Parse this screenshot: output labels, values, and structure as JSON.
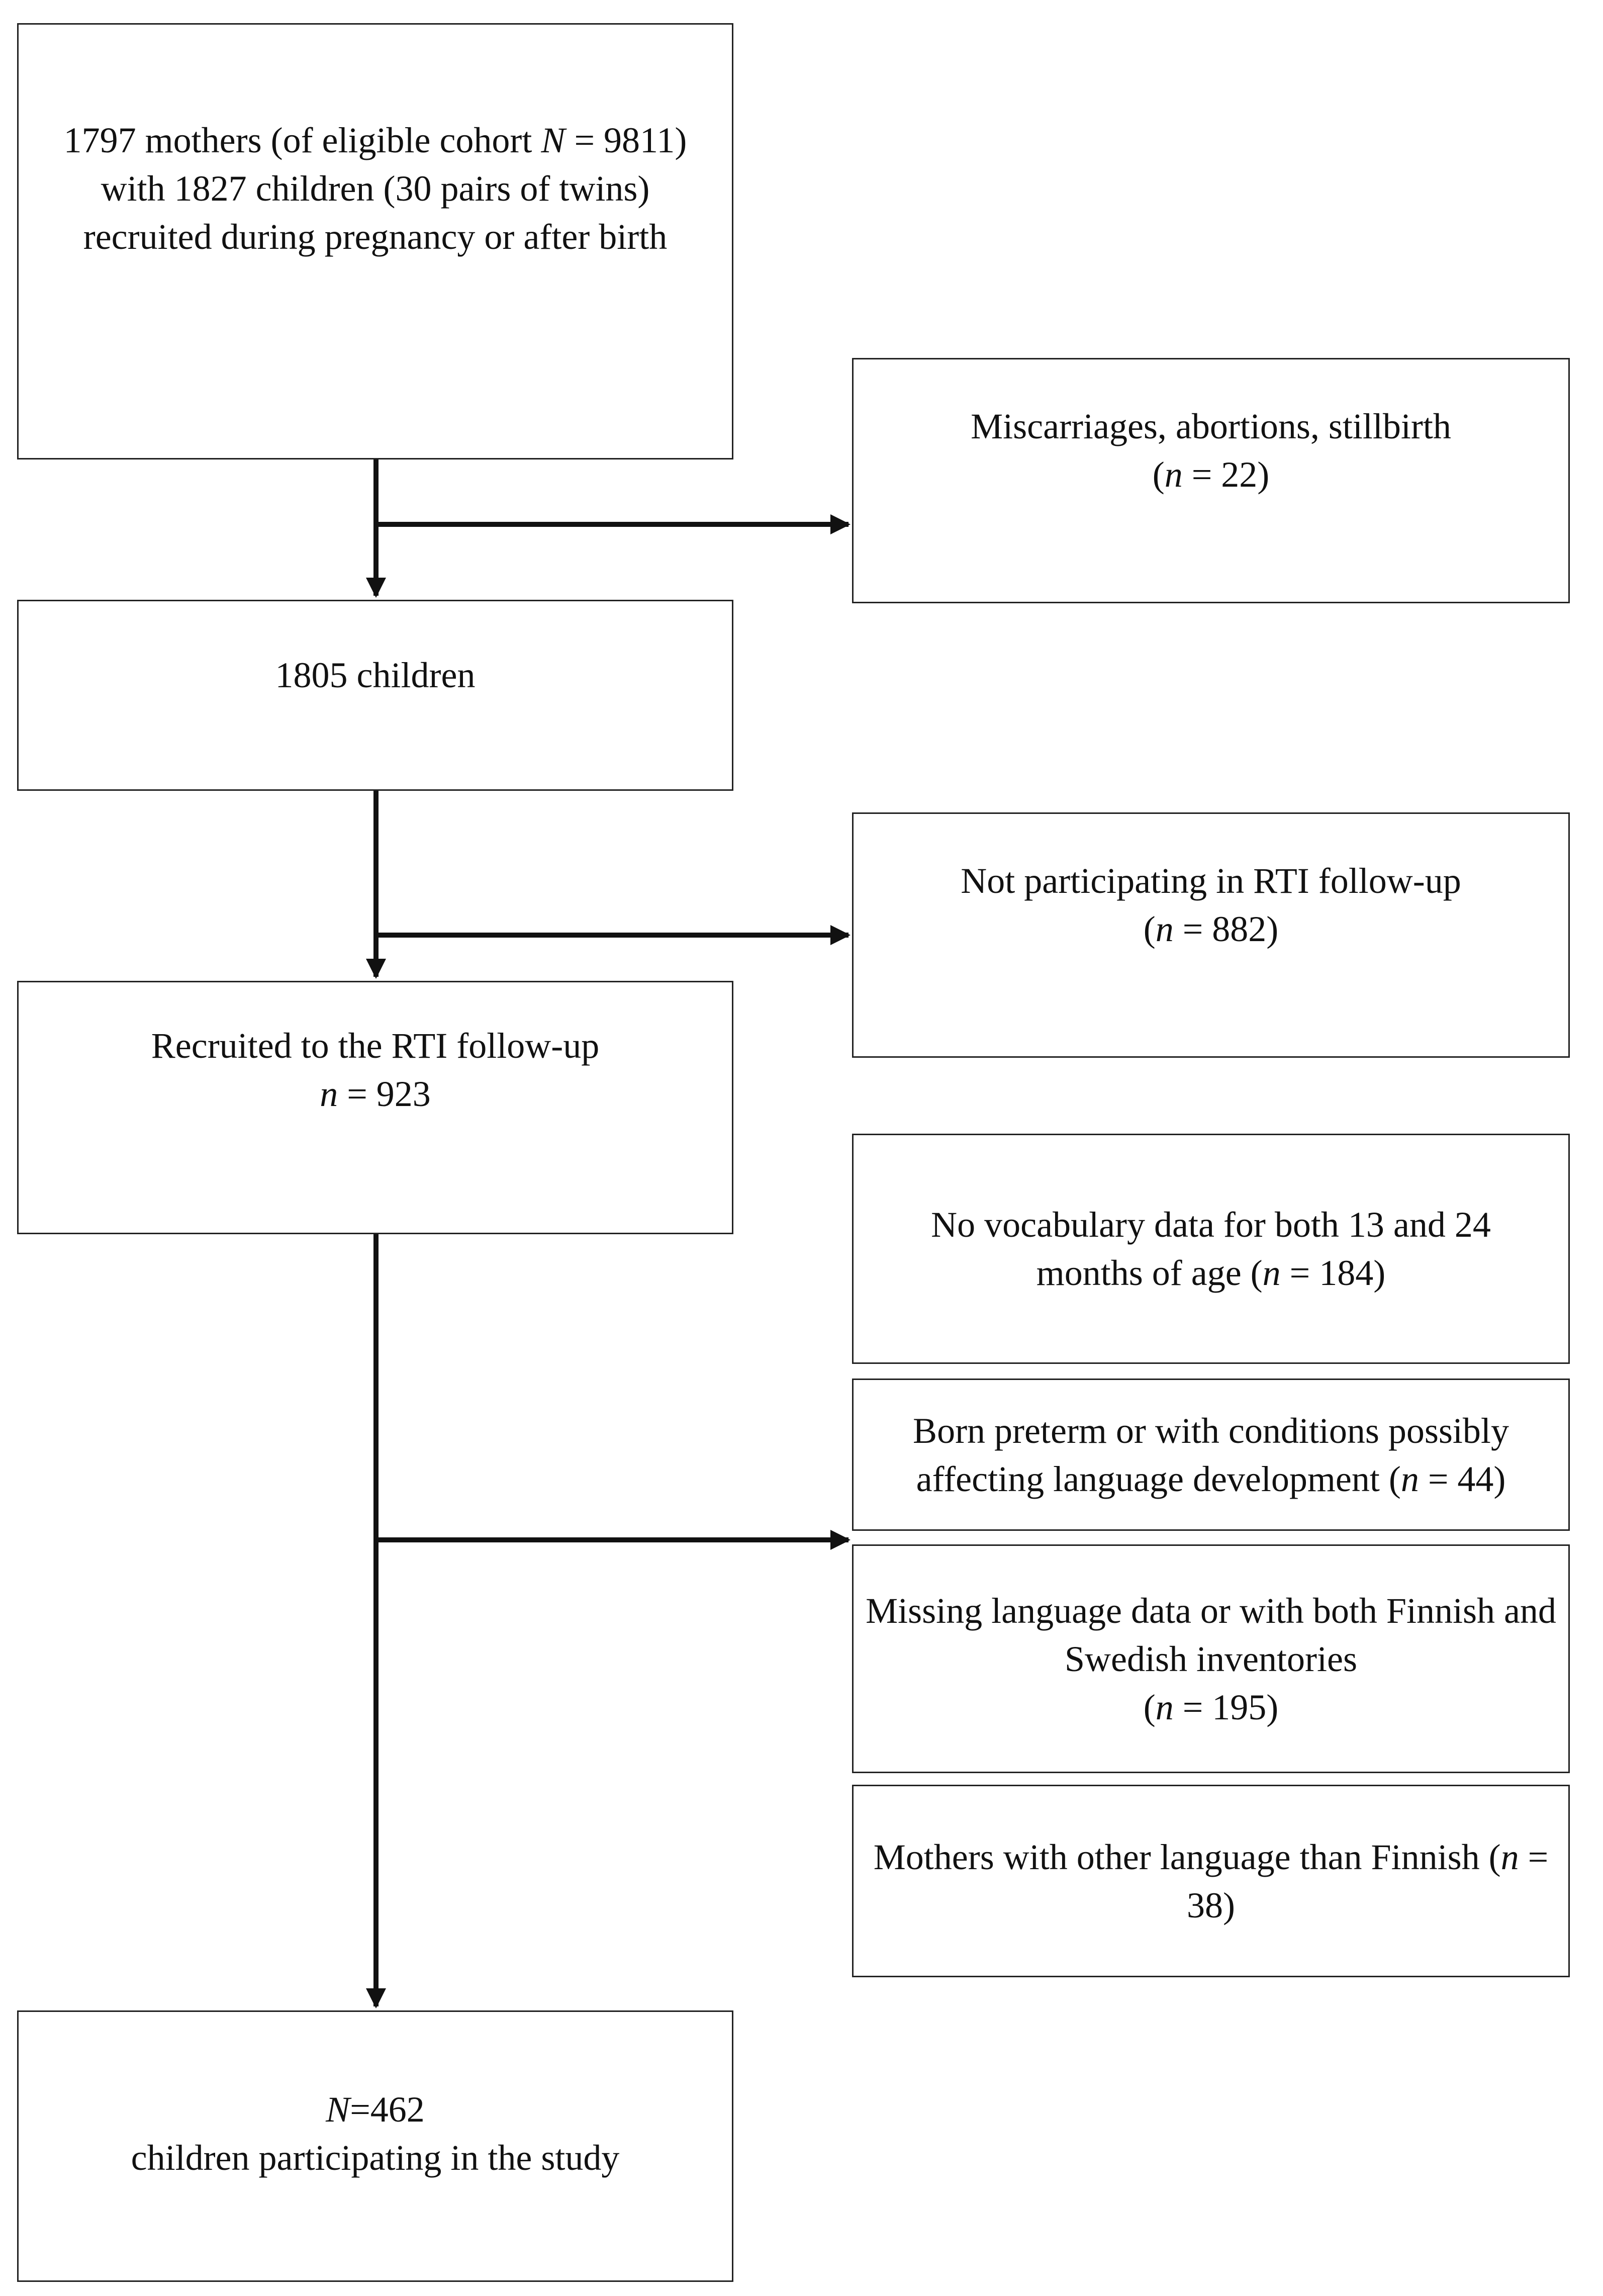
{
  "flow_boxes": {
    "recruited_mothers": {
      "line1_pre": "1797 mothers (of eligible cohort ",
      "line1_var": "N",
      "line1_post": " = 9811) with 1827 children (30 pairs of twins) recruited during pregnancy or after birth"
    },
    "children_1805": {
      "text": "1805 children"
    },
    "rti_recruited": {
      "line1": "Recruited to the RTI follow-up",
      "var": "n",
      "rest": " = 923"
    },
    "final": {
      "var": "N",
      "rest": "=462",
      "line2": "children participating in the study"
    }
  },
  "exclusion_boxes": {
    "miscarriages": {
      "line1": "Miscarriages, abortions, stillbirth",
      "open": "(",
      "var": "n",
      "rest": " = 22)"
    },
    "not_participating": {
      "line1": "Not participating in RTI follow-up",
      "open": "(",
      "var": "n",
      "rest": " = 882)"
    },
    "no_vocabulary": {
      "line1": "No vocabulary data for both 13 and 24 months of age (",
      "var": "n",
      "rest": " = 184)"
    },
    "preterm": {
      "line1": "Born preterm or with conditions possibly affecting language development (",
      "var": "n",
      "rest": " = 44)"
    },
    "missing_language": {
      "line1": "Missing language data or with both Finnish and Swedish inventories",
      "open": "(",
      "var": "n",
      "rest": " = 195)"
    },
    "other_language": {
      "line1": "Mothers with other language than Finnish (",
      "var": "n",
      "rest": " = 38)"
    }
  }
}
